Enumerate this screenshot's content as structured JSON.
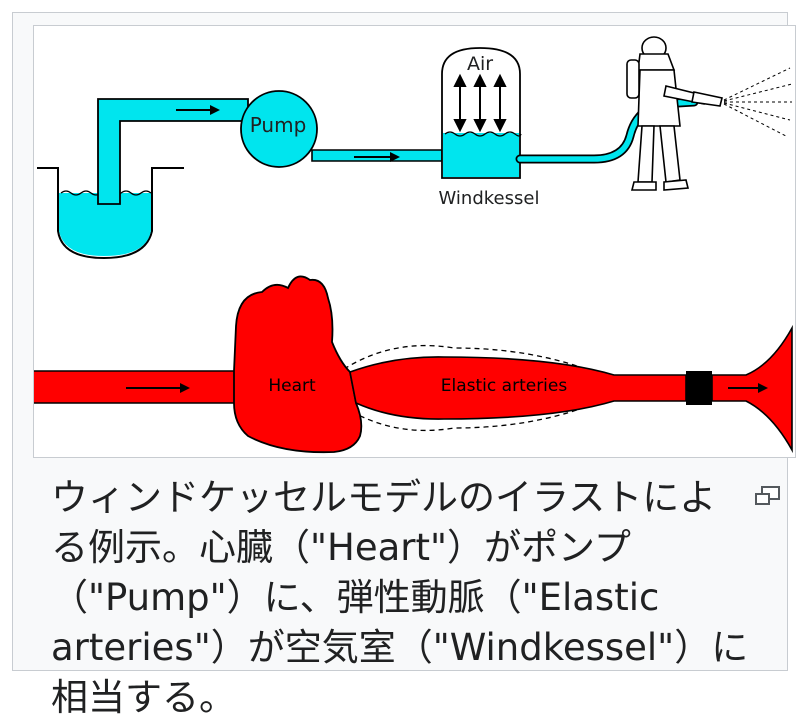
{
  "diagram": {
    "labels": {
      "pump": "Pump",
      "air": "Air",
      "windkessel": "Windkessel",
      "heart": "Heart",
      "elastic_arteries": "Elastic arteries"
    },
    "colors": {
      "water": "#00e5ee",
      "blood": "#ff0000",
      "outline": "#000000"
    }
  },
  "caption": {
    "text": "ウィンドケッセルモデルのイラストによる例示。心臓（\"Heart\"）がポンプ（\"Pump\"）に、弾性動脈（\"Elastic arteries\"）が空気室（\"Windkessel\"）に相当する。"
  },
  "icons": {
    "enlarge": "enlarge-icon"
  }
}
